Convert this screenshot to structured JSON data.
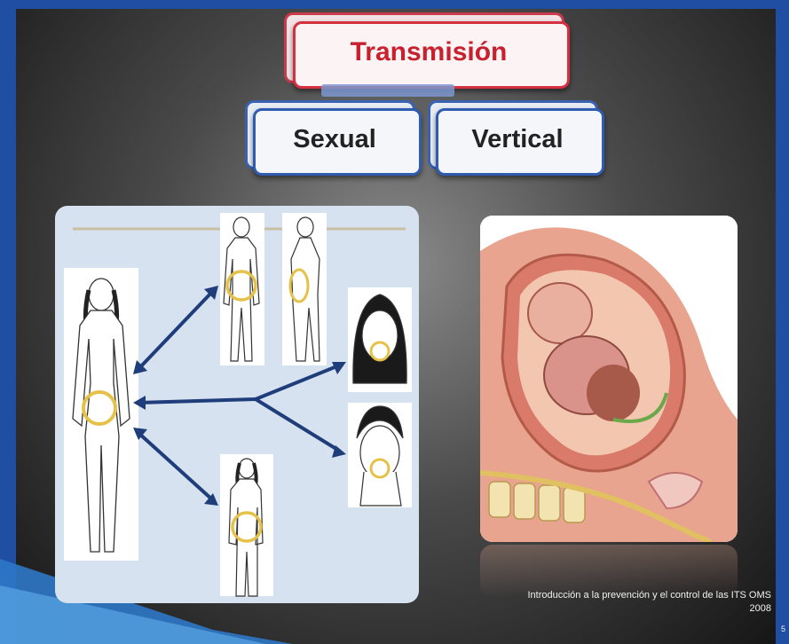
{
  "slide": {
    "title": "Transmisión",
    "categories": [
      "Sexual",
      "Vertical"
    ],
    "source_caption_line1": "Introducción a la prevención y el control de las ITS OMS",
    "source_caption_line2": "2008",
    "page_number": "5"
  },
  "colors": {
    "title_red": "#c8202e",
    "box_blue": "#2f5cb0",
    "arrow_blue": "#1f3d7a",
    "highlight_ring": "#e6c14a",
    "frame_blue": "#1f4ea3"
  },
  "illustrations": {
    "left": "sexual-transmission-network-icon",
    "right": "pregnant-uterus-fetus-icon"
  }
}
